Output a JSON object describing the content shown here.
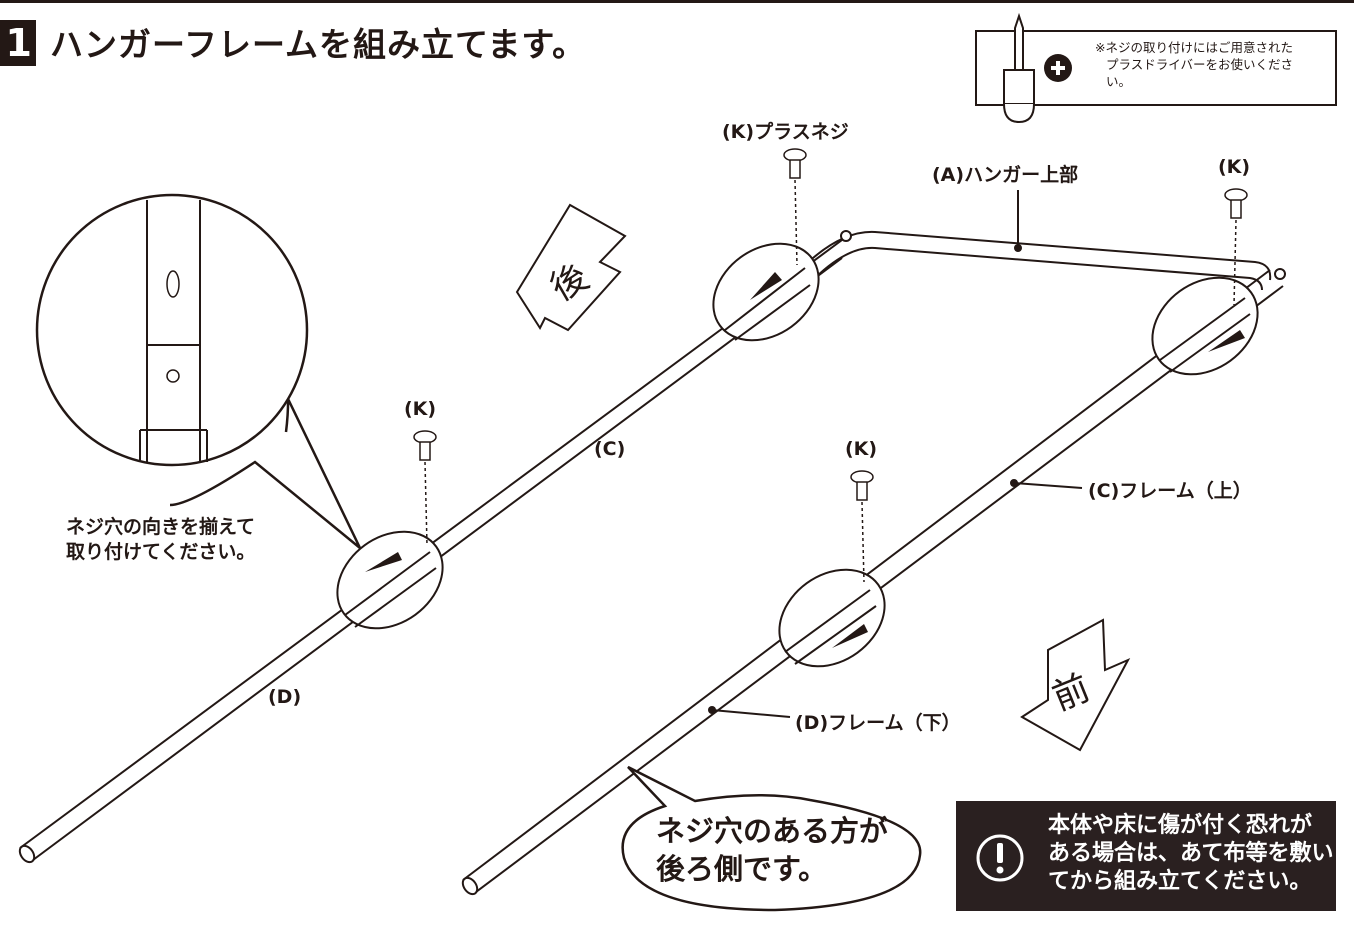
{
  "step": {
    "number": "1",
    "title": "ハンガーフレームを組み立てます。"
  },
  "tool_note": {
    "line1": "※ネジの取り付けにはご用意された",
    "line2": "プラスドライバーをお使いくださ",
    "line3": "い。",
    "icon": "phillips-screwdriver-icon"
  },
  "labels": {
    "k_plus_screw": "(K)プラスネジ",
    "a_hanger_top": "(A)ハンガー上部",
    "k_right": "(K)",
    "k_left": "(K)",
    "k_front": "(K)",
    "c_left": "(C)",
    "c_frame_upper": "(C)フレーム（上）",
    "d_left": "(D)",
    "d_frame_lower": "(D)フレーム（下）"
  },
  "directions": {
    "back": "後",
    "front": "前"
  },
  "detail_note": {
    "line1": "ネジ穴の向きを揃えて",
    "line2": "取り付けてください。"
  },
  "bubble": {
    "line1": "ネジ穴のある方が",
    "line2": "後ろ側です。"
  },
  "warning": {
    "line1": "本体や床に傷が付く恐れが",
    "line2": "ある場合は、あて布等を敷い",
    "line3": "てから組み立てください。",
    "icon": "exclamation-icon"
  },
  "colors": {
    "ink": "#231815",
    "warning_bg": "#2a2020"
  }
}
